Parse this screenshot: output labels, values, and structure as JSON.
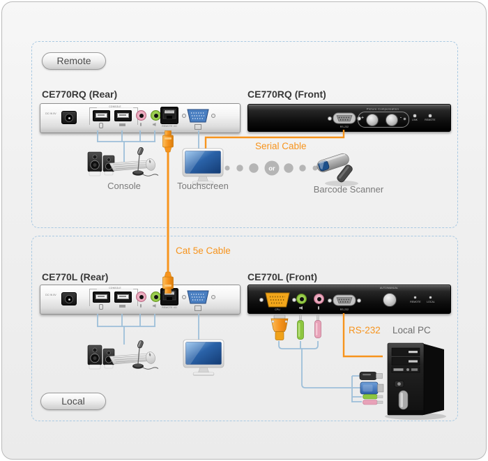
{
  "remote_section": {
    "tag": "Remote",
    "rear_title": "CE770RQ (Rear)",
    "front_title": "CE770RQ (Front)",
    "console_label": "Console",
    "touchscreen_label": "Touchscreen",
    "or_label": "or",
    "barcode_label": "Barcode Scanner",
    "serial_cable_label": "Serial Cable"
  },
  "cat5e_label": "Cat 5e Cable",
  "local_section": {
    "tag": "Local",
    "rear_title": "CE770L (Rear)",
    "front_title": "CE770L (Front)",
    "rs232_cable_label": "RS-232",
    "local_pc_label": "Local PC"
  },
  "device_port_labels": {
    "power": "DC IN 5V",
    "console_group": "CONSOLE",
    "remote_io": "REMOTE I/O",
    "rs232_port": "RS-232",
    "cpu_port": "CPU",
    "picture_compensation": "Picture Compensation",
    "plus": "+",
    "minus": "-",
    "link_led": "LINK",
    "remote_led": "REMOTE",
    "local_led": "LOCAL",
    "auto_manual": "AUTO/MANUAL"
  },
  "colors": {
    "cable_orange": "#F7941D",
    "cable_blue": "#9DBFD9",
    "section_dashed_border": "#A9C9E2",
    "label_gray": "#7A7A7A",
    "title_color": "#383838",
    "vga_port_blue": "#4A7FC1",
    "audio_jack_green": "#8DC63F",
    "audio_jack_pink": "#E8A2B8",
    "or_dot_gray": "#B5B5B5"
  }
}
